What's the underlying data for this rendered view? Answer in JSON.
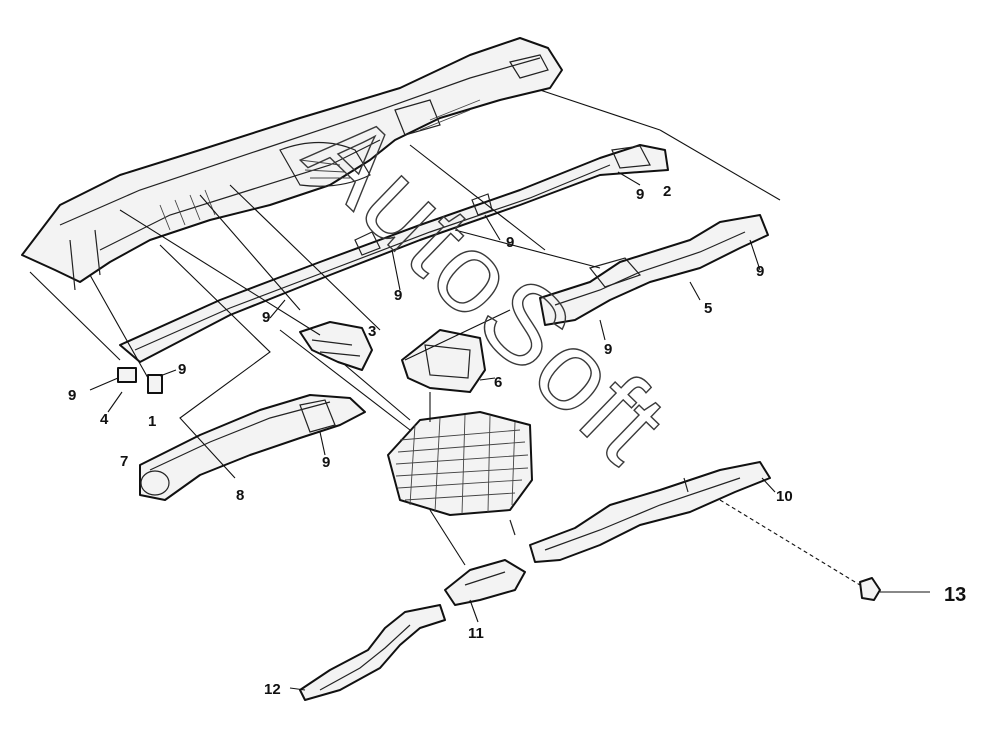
{
  "diagram": {
    "watermark": "AutoSoft",
    "callouts": {
      "c1": "1",
      "c2": "2",
      "c3": "3",
      "c4": "4",
      "c5": "5",
      "c6": "6",
      "c7": "7",
      "c8": "8",
      "c9": "9",
      "c10": "10",
      "c11": "11",
      "c12": "12",
      "c13": "13"
    }
  }
}
